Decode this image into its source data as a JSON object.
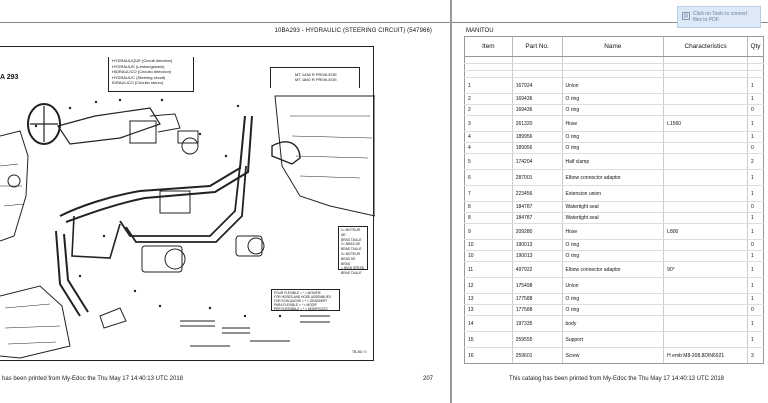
{
  "left_page": {
    "header_title": "10BA293 - HYDRAULIC (STEERING CIRCUIT) (547966)",
    "model_label": "A 293",
    "diagram_title_lines": [
      "HYDRAULIQUE (Circuit direction)",
      "HYDRAULIK (Lenkungskreis)",
      "HIDRAULICO (Circuito direccion)",
      "HYDRAULIC (Steering circuit)",
      "IDRAULICO (Circuito sterzo)"
    ],
    "privilege_lines": [
      "MT 1436 R PRIVILEGE",
      "MT 1840 R PRIVILEGE"
    ],
    "legend1_lines": [
      "1= MOTEUR DE",
      "BRAS TAILLE",
      "2= BRAS DE",
      "BRAS TAILLE",
      "3= MOTEUR",
      "BRAS DE BRAS",
      "= HIGH SPEED",
      "BRAS TAILLE"
    ],
    "legend2_lines": [
      "POUR FLEXIBLE = * = MODIFIE",
      "FOR HOSES AND HOSE ASSEMBLIES",
      "FUR SCHLAUCHE = * = GEANDERT",
      "PARA FLEXIBLE = * = MODIF",
      "PER FLESSIBILE = * = MODIFICATO"
    ],
    "drawing_ref": "TB-86 / 0",
    "footer": "has been printed from My-Edoc the  Thu May 17 14:40:13 UTC 2018",
    "page_number": "207"
  },
  "right_page": {
    "brand": "MANITOU",
    "columns": [
      "Item",
      "Part No.",
      "Name",
      "Characteristics",
      "Qty"
    ],
    "rows": [
      {
        "item": "1",
        "part": "167924",
        "name": "Union",
        "char": "",
        "qty": "1",
        "style": "tall"
      },
      {
        "item": "2",
        "part": "169436",
        "name": "O ring",
        "char": "",
        "qty": "1",
        "style": "r"
      },
      {
        "item": "2",
        "part": "169436",
        "name": "O ring",
        "char": "",
        "qty": "0",
        "style": "r"
      },
      {
        "item": "3",
        "part": "261320",
        "name": "Hose",
        "char": "L1560",
        "qty": "1",
        "style": "tall"
      },
      {
        "item": "4",
        "part": "189956",
        "name": "O ring",
        "char": "",
        "qty": "1",
        "style": "r"
      },
      {
        "item": "4",
        "part": "189956",
        "name": "O ring",
        "char": "",
        "qty": "0",
        "style": "r"
      },
      {
        "item": "5",
        "part": "174204",
        "name": "Half clamp",
        "char": "",
        "qty": "2",
        "style": "tall"
      },
      {
        "item": "6",
        "part": "287001",
        "name": "Elbow connector adaptor",
        "char": "",
        "qty": "1",
        "style": "tall"
      },
      {
        "item": "7",
        "part": "223456",
        "name": "Extension union",
        "char": "",
        "qty": "1",
        "style": "tall"
      },
      {
        "item": "8",
        "part": "184787",
        "name": "Watertight seal",
        "char": "",
        "qty": "0",
        "style": "r"
      },
      {
        "item": "8",
        "part": "184787",
        "name": "Watertight seal",
        "char": "",
        "qty": "1",
        "style": "r"
      },
      {
        "item": "9",
        "part": "209280",
        "name": "Hose",
        "char": "L800",
        "qty": "1",
        "style": "tall"
      },
      {
        "item": "10",
        "part": "190013",
        "name": "O ring",
        "char": "",
        "qty": "0",
        "style": "r"
      },
      {
        "item": "10",
        "part": "190013",
        "name": "O ring",
        "char": "",
        "qty": "1",
        "style": "r"
      },
      {
        "item": "11",
        "part": "497922",
        "name": "Elbow connector adaptor",
        "char": "90°",
        "qty": "1",
        "style": "tall"
      },
      {
        "item": "12",
        "part": "175498",
        "name": "Union",
        "char": "",
        "qty": "1",
        "style": "tall"
      },
      {
        "item": "13",
        "part": "177588",
        "name": "O ring",
        "char": "",
        "qty": "1",
        "style": "r"
      },
      {
        "item": "13",
        "part": "177588",
        "name": "O ring",
        "char": "",
        "qty": "0",
        "style": "r"
      },
      {
        "item": "14",
        "part": "197335",
        "name": "body",
        "char": "",
        "qty": "1",
        "style": "tall"
      },
      {
        "item": "15",
        "part": "259555",
        "name": "Support",
        "char": "",
        "qty": "1",
        "style": "tall"
      },
      {
        "item": "16",
        "part": "259601",
        "name": "Screw",
        "char": "H emb M8-208.8DIN6921",
        "qty": "3",
        "style": "tall"
      }
    ],
    "footer": "This catalog has been printed from My-Edoc the  Thu May 17 14:40:13 UTC 2018"
  },
  "toast": {
    "text": "Click on Tools to convert files to PDF."
  },
  "colors": {
    "gutter": "#9a9a9a",
    "toast_bg": "#dde9f6",
    "toast_text": "#6a7f99"
  },
  "icons": {
    "toast_icon": "pdf-convert-icon"
  }
}
